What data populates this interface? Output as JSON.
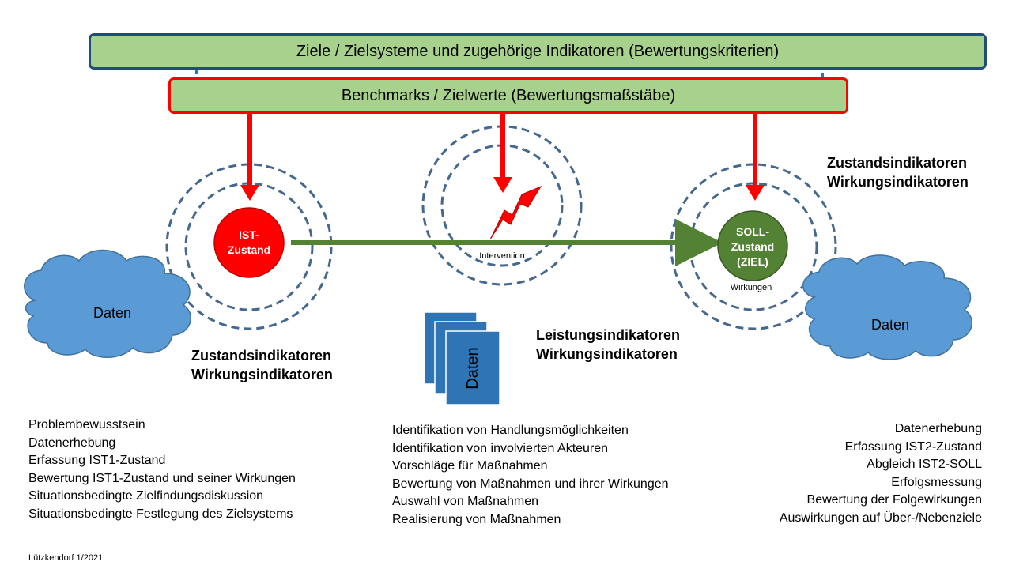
{
  "top_bar": {
    "label": "Ziele / Zielsysteme und zugehörige Indikatoren (Bewertungskriterien)"
  },
  "benchmark_bar": {
    "label": "Benchmarks / Zielwerte (Bewertungsmaßstäbe)"
  },
  "ist": {
    "line1": "IST-",
    "line2": "Zustand"
  },
  "soll": {
    "line1": "SOLL-",
    "line2": "Zustand",
    "line3": "(ZIEL)"
  },
  "intervention_label": "Intervention",
  "wirkungen_label": "Wirkungen",
  "clouds": {
    "left": "Daten",
    "right": "Daten"
  },
  "docs_label": "Daten",
  "headings": {
    "left": {
      "line1": "Zustandsindikatoren",
      "line2": "Wirkungsindikatoren"
    },
    "middle": {
      "line1": "Leistungsindikatoren",
      "line2": "Wirkungsindikatoren"
    },
    "right": {
      "line1": "Zustandsindikatoren",
      "line2": "Wirkungsindikatoren"
    }
  },
  "lists": {
    "left": [
      "Problembewusstsein",
      "Datenerhebung",
      "Erfassung IST1-Zustand",
      "Bewertung IST1-Zustand und seiner Wirkungen",
      "Situationsbedingte Zielfindungsdiskussion",
      "Situationsbedingte Festlegung des Zielsystems"
    ],
    "middle": [
      "Identifikation von Handlungsmöglichkeiten",
      "Identifikation von involvierten Akteuren",
      "Vorschläge für Maßnahmen",
      "Bewertung von Maßnahmen und ihrer Wirkungen",
      "Auswahl von Maßnahmen",
      "Realisierung von Maßnahmen"
    ],
    "right": [
      "Datenerhebung",
      "Erfassung IST2-Zustand",
      "Abgleich IST2-SOLL",
      "Erfolgsmessung",
      "Bewertung der Folgewirkungen",
      "Auswirkungen auf Über-/Nebenziele"
    ]
  },
  "footer": "Lützkendorf 1/2021",
  "colors": {
    "green_fill": "#a9d18e",
    "navy_border": "#1f4e79",
    "red": "#ff0000",
    "dark_green": "#548235",
    "blue": "#2e75b6",
    "cloud_blue": "#5b9bd5"
  }
}
